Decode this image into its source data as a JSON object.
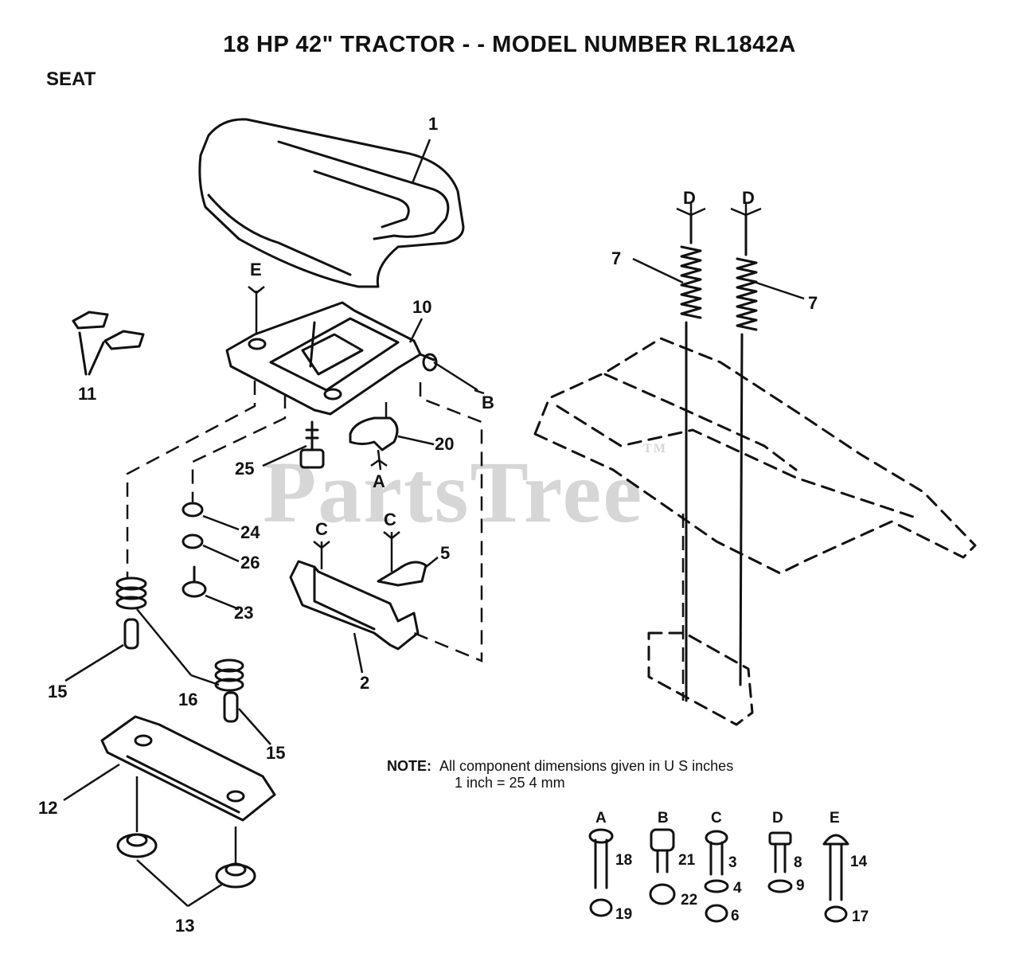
{
  "header": {
    "title": "18 HP 42\" TRACTOR - - MODEL NUMBER RL1842A",
    "section": "SEAT"
  },
  "watermark": {
    "text": "PartsTree",
    "mark": "TM"
  },
  "note": {
    "label": "NOTE:",
    "line1": "All component  dimensions given in U S  inches",
    "line2": "1 inch = 25 4 mm"
  },
  "callouts": {
    "c1": "1",
    "c2": "2",
    "c5": "5",
    "c7a": "7",
    "c7b": "7",
    "c10": "10",
    "c11": "11",
    "c12": "12",
    "c13": "13",
    "c15a": "15",
    "c15b": "15",
    "c16": "16",
    "c20": "20",
    "c23": "23",
    "c24": "24",
    "c25": "25",
    "c26": "26"
  },
  "refs": {
    "E": "E",
    "B": "B",
    "A": "A",
    "C1": "C",
    "C2": "C",
    "D1": "D",
    "D2": "D"
  },
  "hardware": [
    {
      "group": "A",
      "parts": [
        "18",
        "19"
      ]
    },
    {
      "group": "B",
      "parts": [
        "21",
        "22"
      ]
    },
    {
      "group": "C",
      "parts": [
        "3",
        "4",
        "6"
      ]
    },
    {
      "group": "D",
      "parts": [
        "8",
        "9"
      ]
    },
    {
      "group": "E",
      "parts": [
        "14",
        "17"
      ]
    }
  ]
}
